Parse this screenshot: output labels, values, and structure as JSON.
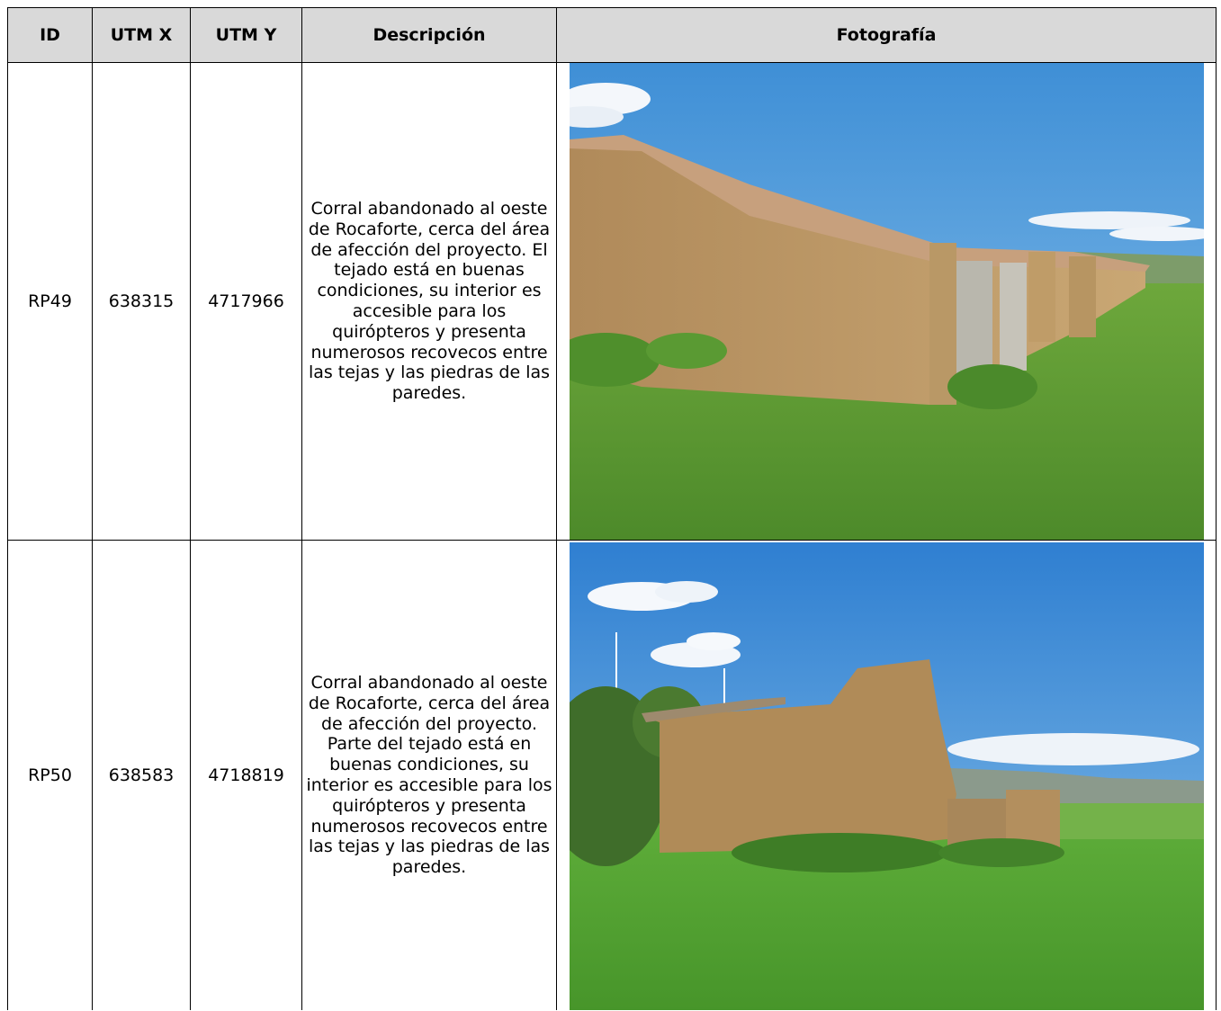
{
  "table": {
    "headers": {
      "id": "ID",
      "utm_x": "UTM X",
      "utm_y": "UTM Y",
      "descripcion": "Descripción",
      "fotografia": "Fotografía"
    },
    "rows": [
      {
        "id": "RP49",
        "utm_x": "638315",
        "utm_y": "4717966",
        "descripcion": "Corral abandonado al oeste de Rocaforte, cerca del área de afección del proyecto. El tejado está en buenas condiciones, su interior es accesible para los quirópteros y presenta numerosos recovecos entre las tejas y las piedras de las paredes."
      },
      {
        "id": "RP50",
        "utm_x": "638583",
        "utm_y": "4718819",
        "descripcion": "Corral abandonado al oeste de Rocaforte, cerca del área de afección del proyecto. Parte del tejado está en buenas condiciones, su interior es accesible para los quirópteros y presenta numerosos recovecos entre las tejas y las piedras de las paredes."
      }
    ]
  }
}
